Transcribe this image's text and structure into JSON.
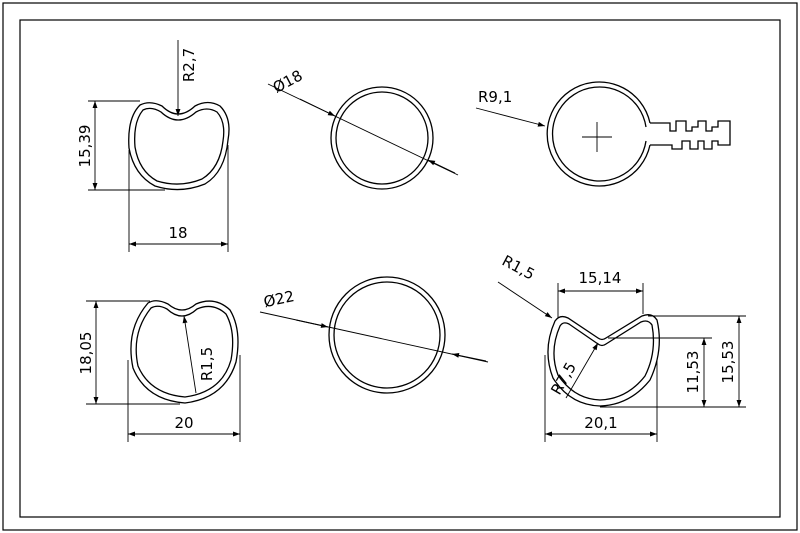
{
  "drawing": {
    "labels": {
      "p1_radius": "R2,7",
      "p1_height": "15,39",
      "p1_width": "18",
      "p2_diameter": "Ø18",
      "p3_radius": "R9,1",
      "p4_height": "18,05",
      "p4_radius": "R1,5",
      "p4_width": "20",
      "p5_diameter": "Ø22",
      "p6_radius_top": "R1,5",
      "p6_top_width": "15,14",
      "p6_radius_inner": "R7,5",
      "p6_height_inner": "11,53",
      "p6_height_outer": "15,53",
      "p6_width": "20,1"
    }
  }
}
